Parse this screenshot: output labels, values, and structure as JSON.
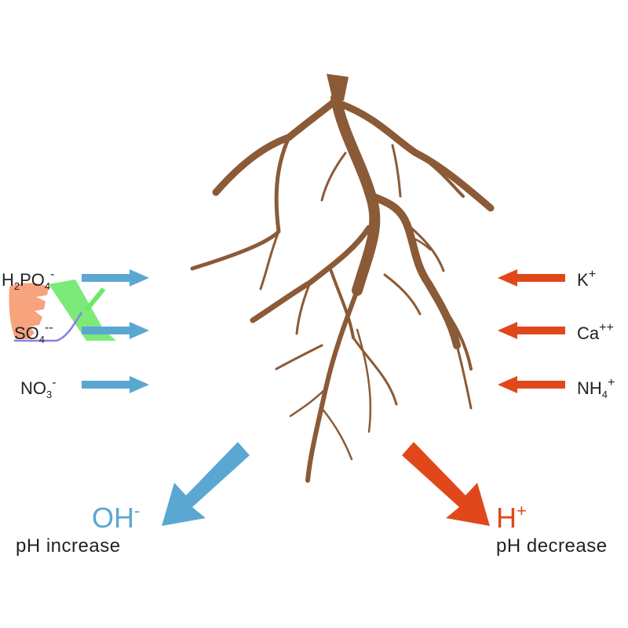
{
  "colors": {
    "anion": "#5aa7d2",
    "cation": "#e0481c",
    "root": "#8b5a36"
  },
  "anions": [
    {
      "base": "H",
      "sub1": "2",
      "mid": "PO",
      "sub2": "4",
      "sup": "-"
    },
    {
      "base": "SO",
      "sub1": "4",
      "mid": "",
      "sub2": "",
      "sup": "--"
    },
    {
      "base": "NO",
      "sub1": "3",
      "mid": "",
      "sub2": "",
      "sup": "-"
    }
  ],
  "cations": [
    {
      "base": "K",
      "sub": "",
      "sup": "+"
    },
    {
      "base": "Ca",
      "sub": "",
      "sup": "++"
    },
    {
      "base": "NH",
      "sub": "4",
      "sup": "+"
    }
  ],
  "left_result": {
    "ion": "OH",
    "sup": "-",
    "caption": "pH increase"
  },
  "right_result": {
    "ion": "H",
    "sup": "+",
    "caption": "pH decrease"
  }
}
